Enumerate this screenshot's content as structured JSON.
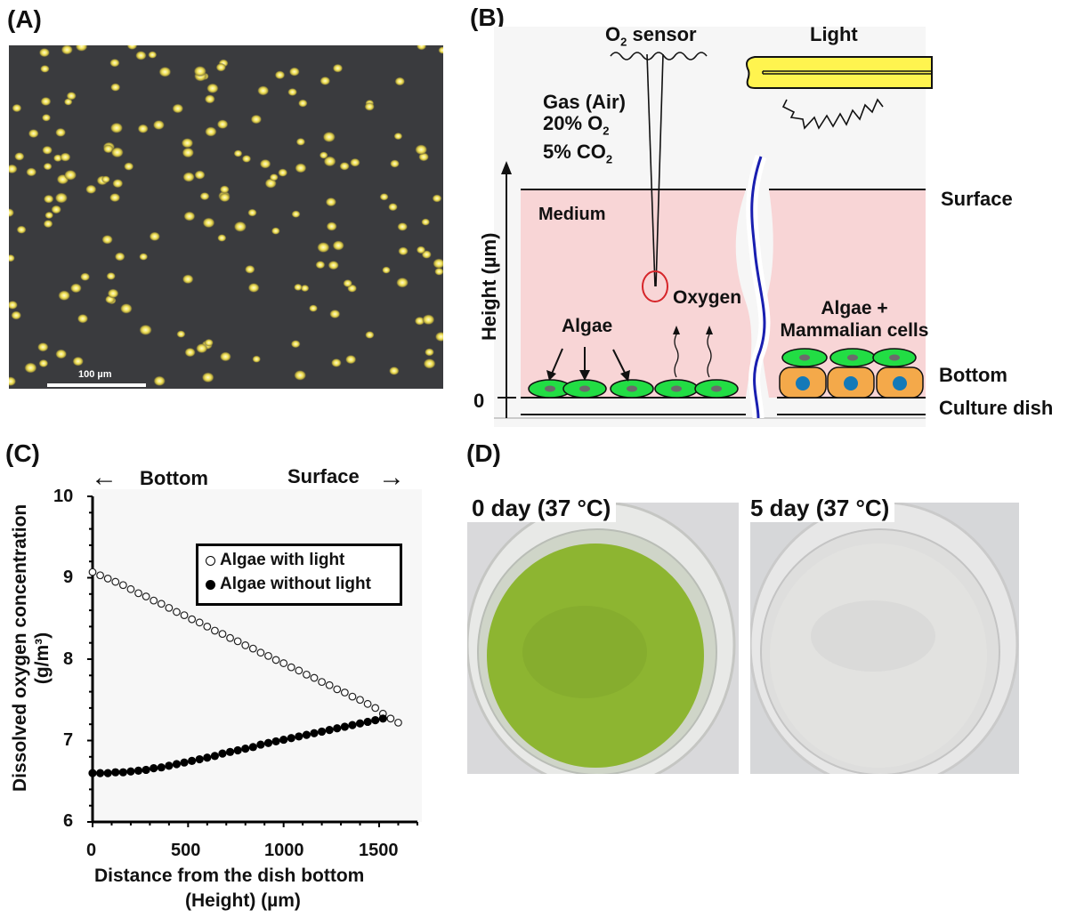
{
  "panels": {
    "a": {
      "label": "(A)",
      "scale_bar": "100 µm"
    },
    "b": {
      "label": "(B)",
      "o2_sensor": {
        "prefix": "O",
        "sub": "2",
        "suffix": " sensor"
      },
      "light": "Light",
      "gas": {
        "line1": "Gas (Air)",
        "line2_prefix": "20% O",
        "line2_sub": "2",
        "line3_prefix": "5% CO",
        "line3_sub": "2"
      },
      "medium": "Medium",
      "oxygen": "Oxygen",
      "algae": "Algae",
      "algae_mammalian_line1": "Algae +",
      "algae_mammalian_line2": "Mammalian cells",
      "surface": "Surface",
      "bottom": "Bottom",
      "culture_dish": "Culture dish",
      "height_axis": "Height (µm)",
      "zero": "0",
      "colors": {
        "medium": "#f8d5d6",
        "algae": "#22dd44",
        "algae_nucleus": "#6b6b6b",
        "mammalian": "#f4a94a",
        "mammalian_nucleus": "#1479b8",
        "sensor_tip": "#d6252a",
        "divider": "#1a1fb0",
        "lamp": "#fff44f"
      }
    },
    "c": {
      "label": "(C)",
      "bottom_label": "Bottom",
      "surface_label": "Surface",
      "arrow_left": "←",
      "arrow_right": "→"
    },
    "d": {
      "label": "(D)",
      "photos": [
        {
          "caption": "0 day (37 °C)",
          "liquid_color": "#8db531"
        },
        {
          "caption": "5 day (37 °C)",
          "liquid_color": "#e2e2e0"
        }
      ]
    }
  },
  "chart_data": {
    "type": "scatter",
    "title": "",
    "xlabel_line1": "Distance from the dish bottom",
    "xlabel_line2": "(Height) (µm)",
    "ylabel_line1": "Dissolved oxygen concentration",
    "ylabel_line2": "(g/m³)",
    "xlim": [
      0,
      1700
    ],
    "ylim": [
      6,
      10
    ],
    "xticks": [
      0,
      500,
      1000,
      1500
    ],
    "yticks": [
      6,
      7,
      8,
      9,
      10
    ],
    "grid": false,
    "legend_position": "upper right",
    "annotations": [
      "← Bottom",
      "Surface →"
    ],
    "series": [
      {
        "name": "Algae with light",
        "marker": "open-circle",
        "x": [
          0,
          40,
          80,
          120,
          160,
          200,
          240,
          280,
          320,
          360,
          400,
          440,
          480,
          520,
          560,
          600,
          640,
          680,
          720,
          760,
          800,
          840,
          880,
          920,
          960,
          1000,
          1040,
          1080,
          1120,
          1160,
          1200,
          1240,
          1280,
          1320,
          1360,
          1400,
          1440,
          1480,
          1520,
          1560,
          1600
        ],
        "values": [
          9.07,
          9.03,
          8.99,
          8.95,
          8.91,
          8.86,
          8.81,
          8.77,
          8.72,
          8.68,
          8.63,
          8.58,
          8.54,
          8.49,
          8.45,
          8.4,
          8.35,
          8.31,
          8.26,
          8.22,
          8.17,
          8.13,
          8.08,
          8.04,
          7.99,
          7.95,
          7.9,
          7.86,
          7.81,
          7.77,
          7.72,
          7.68,
          7.63,
          7.59,
          7.54,
          7.5,
          7.45,
          7.4,
          7.33,
          7.27,
          7.22
        ]
      },
      {
        "name": "Algae without light",
        "marker": "filled-circle",
        "x": [
          0,
          40,
          80,
          120,
          160,
          200,
          240,
          280,
          320,
          360,
          400,
          440,
          480,
          520,
          560,
          600,
          640,
          680,
          720,
          760,
          800,
          840,
          880,
          920,
          960,
          1000,
          1040,
          1080,
          1120,
          1160,
          1200,
          1240,
          1280,
          1320,
          1360,
          1400,
          1440,
          1480,
          1520
        ],
        "values": [
          6.6,
          6.6,
          6.6,
          6.61,
          6.61,
          6.62,
          6.63,
          6.64,
          6.66,
          6.67,
          6.69,
          6.71,
          6.73,
          6.75,
          6.77,
          6.79,
          6.81,
          6.84,
          6.86,
          6.88,
          6.9,
          6.92,
          6.95,
          6.97,
          6.99,
          7.01,
          7.03,
          7.05,
          7.07,
          7.09,
          7.11,
          7.13,
          7.15,
          7.17,
          7.19,
          7.21,
          7.23,
          7.25,
          7.27
        ]
      }
    ]
  }
}
